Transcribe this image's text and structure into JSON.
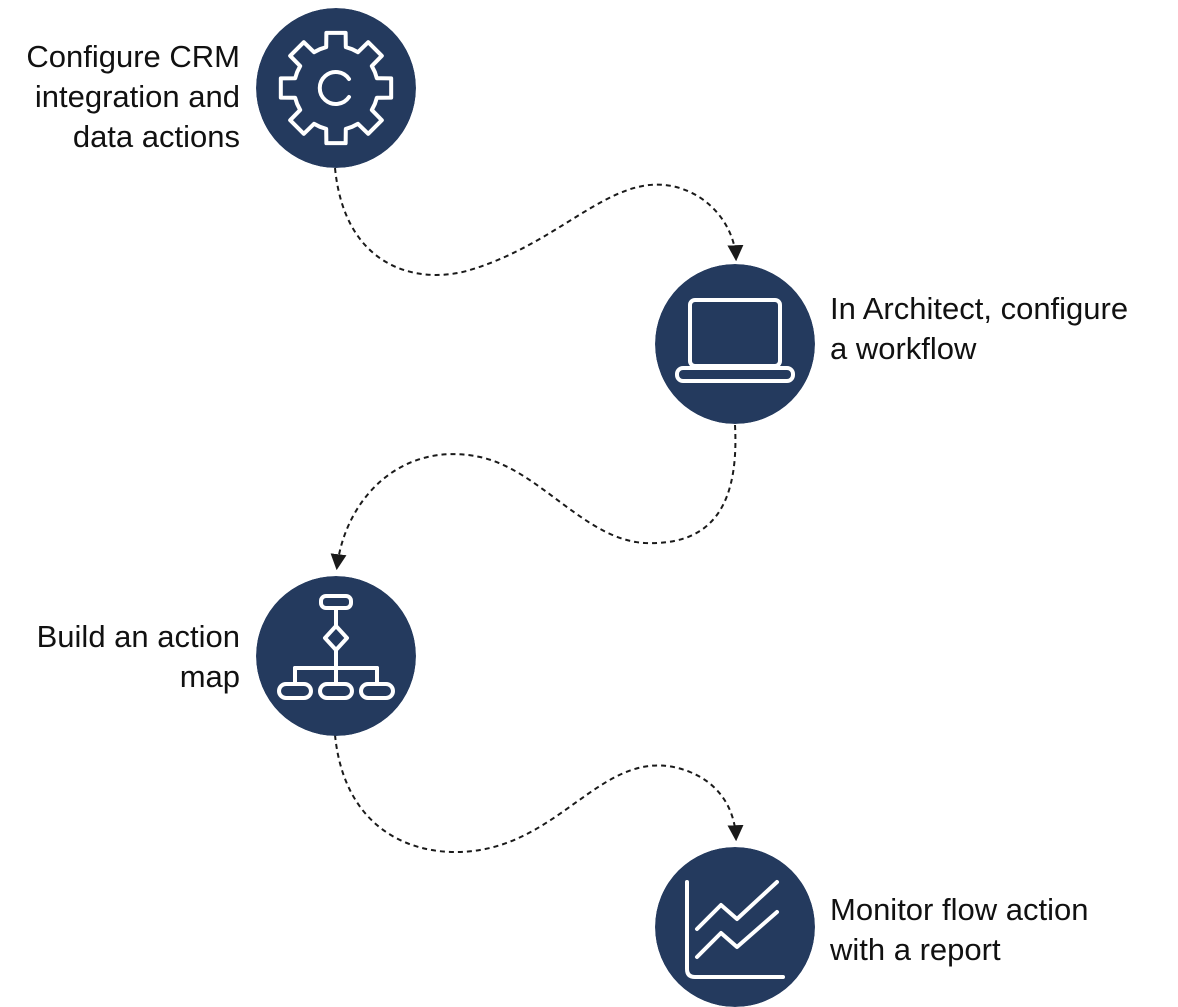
{
  "theme": {
    "circle_fill": "#243a5e",
    "icon_stroke": "#ffffff",
    "connector_color": "#1a1a1a",
    "text_color": "#111111"
  },
  "steps": [
    {
      "icon": "gear-icon",
      "label_lines": [
        "Configure CRM",
        "integration and",
        "data actions"
      ]
    },
    {
      "icon": "laptop-icon",
      "label_lines": [
        "In Architect, configure",
        "a workflow"
      ]
    },
    {
      "icon": "flowchart-icon",
      "label_lines": [
        "Build an action",
        "map"
      ]
    },
    {
      "icon": "line-chart-icon",
      "label_lines": [
        "Monitor flow action",
        "with a report"
      ]
    }
  ]
}
